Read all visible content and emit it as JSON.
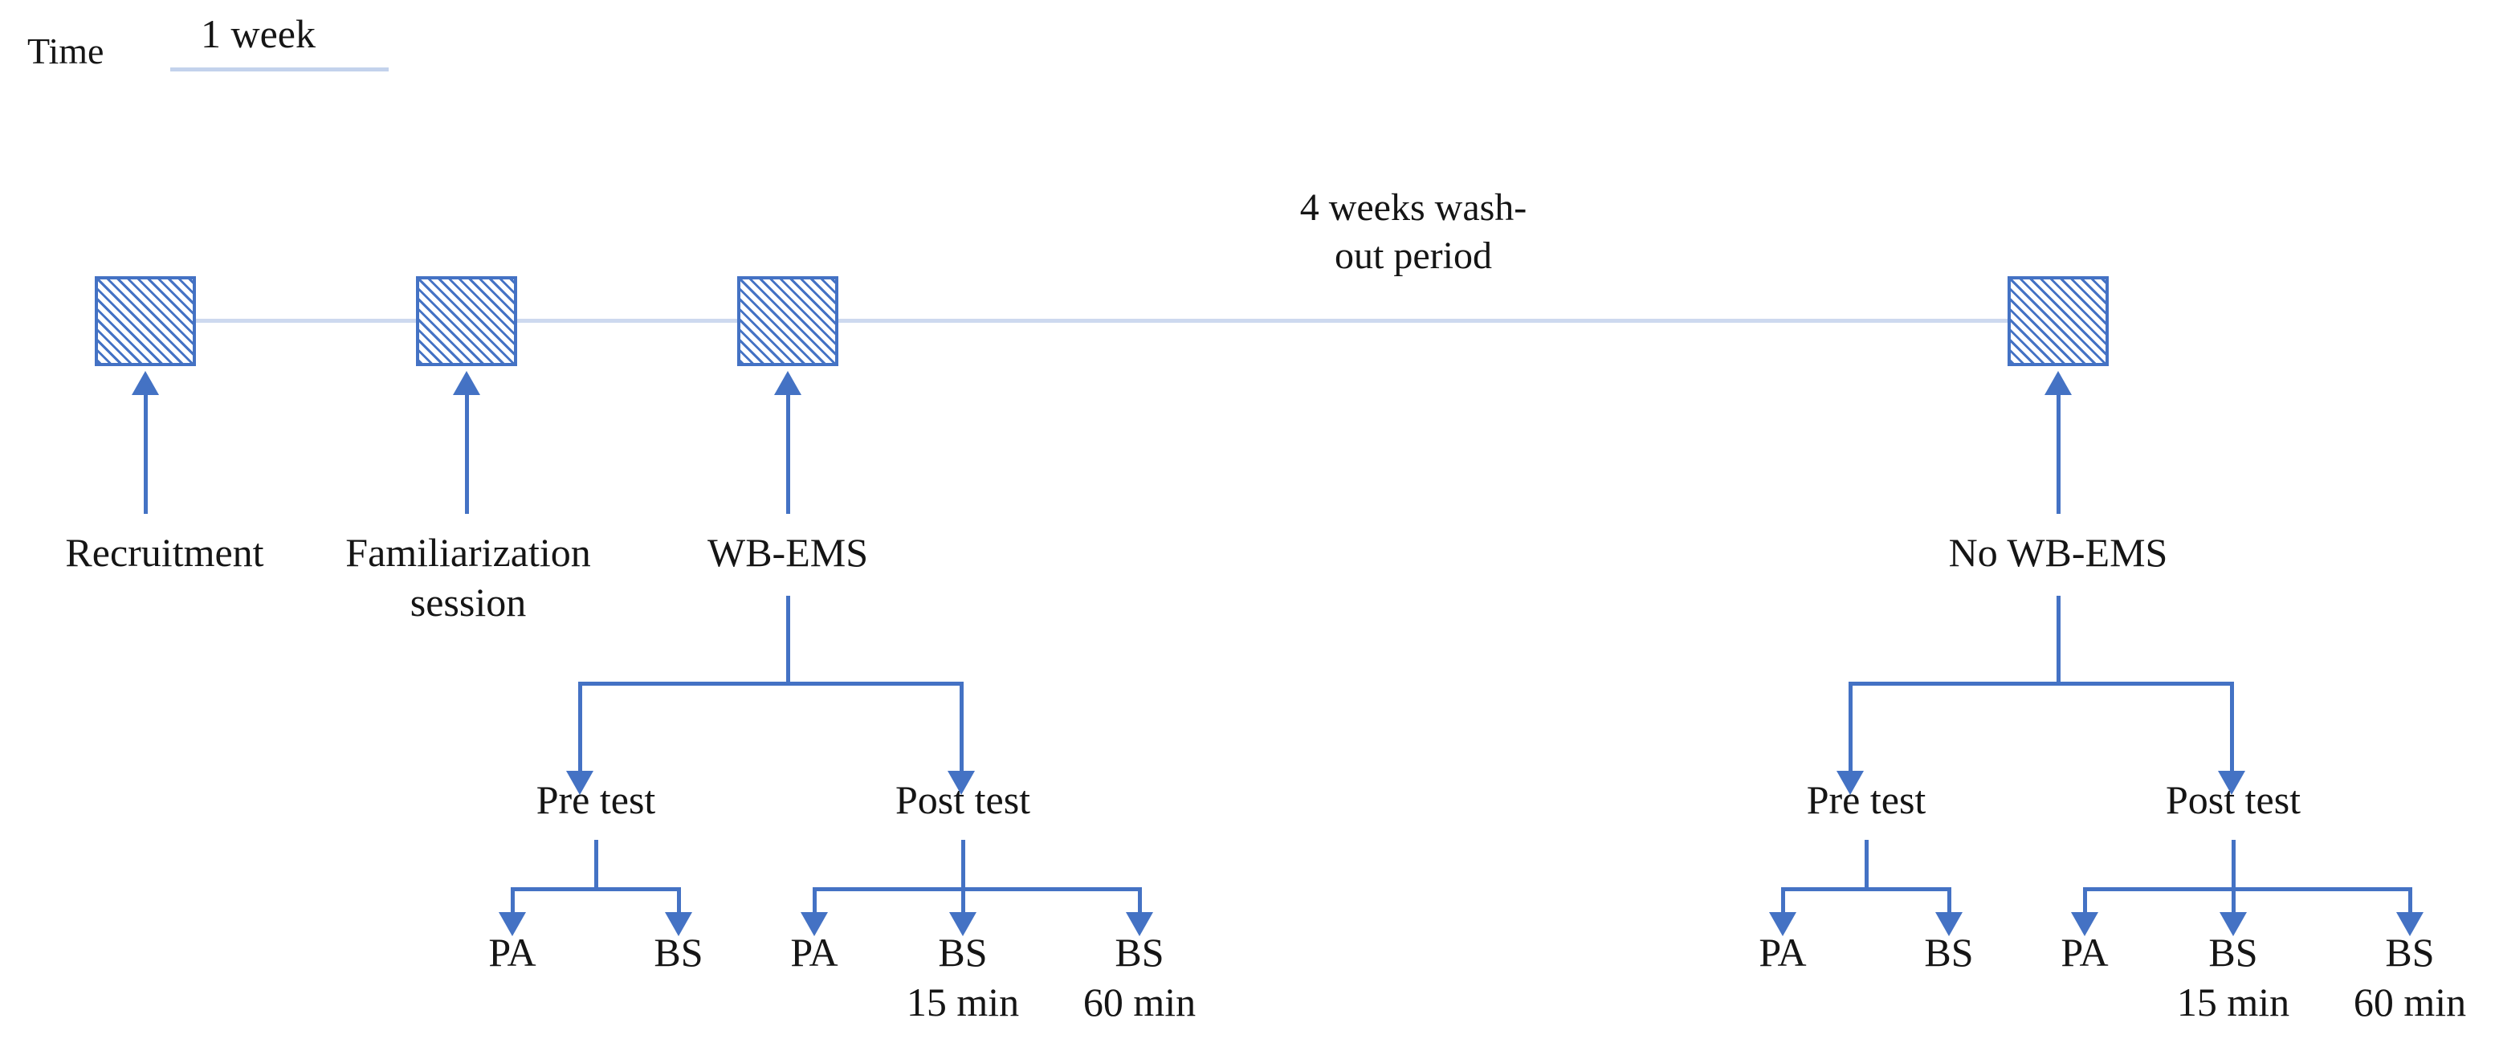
{
  "legend": {
    "time_label": "Time",
    "time_value": "1 week"
  },
  "timeline": {
    "washout_line1": "4 weeks wash-",
    "washout_line2": "out period",
    "milestones": [
      {
        "label": "Recruitment"
      },
      {
        "label_line1": "Familiarization",
        "label_line2": "session"
      },
      {
        "label": "WB-EMS"
      },
      {
        "label": "No WB-EMS"
      }
    ]
  },
  "branches": {
    "wbems": {
      "pre": {
        "title": "Pre test",
        "leaves": [
          {
            "name": "PA",
            "detail": ""
          },
          {
            "name": "BS",
            "detail": ""
          }
        ]
      },
      "post": {
        "title": "Post test",
        "leaves": [
          {
            "name": "PA",
            "detail": ""
          },
          {
            "name": "BS",
            "detail": "15 min"
          },
          {
            "name": "BS",
            "detail": "60 min"
          }
        ]
      }
    },
    "nowbems": {
      "pre": {
        "title": "Pre test",
        "leaves": [
          {
            "name": "PA",
            "detail": ""
          },
          {
            "name": "BS",
            "detail": ""
          }
        ]
      },
      "post": {
        "title": "Post test",
        "leaves": [
          {
            "name": "PA",
            "detail": ""
          },
          {
            "name": "BS",
            "detail": "15 min"
          },
          {
            "name": "BS",
            "detail": "60 min"
          }
        ]
      }
    }
  },
  "colors": {
    "accent_blue": "#4472c4",
    "light_blue": "#cdd9ef",
    "underline_blue": "#c3d2ec",
    "text": "#151515"
  }
}
